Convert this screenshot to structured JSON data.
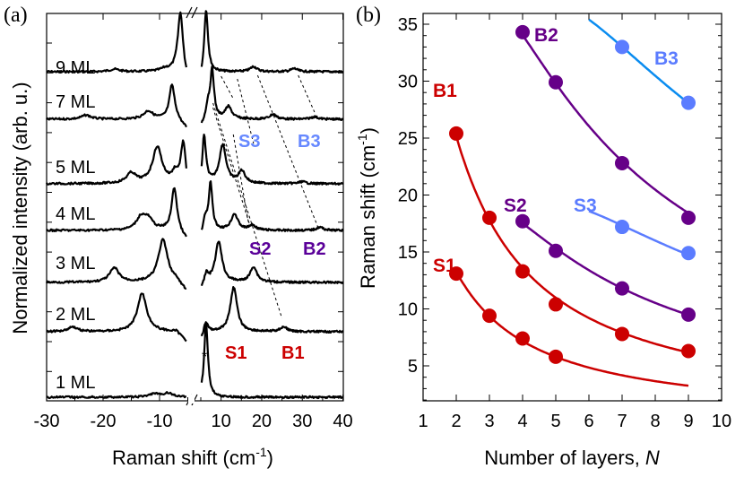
{
  "chart_data": [
    {
      "panel": "(a)",
      "type": "line",
      "xlabel": "Raman shift (cm",
      "xlabel_sup": "-1",
      "xlabel_end": ")",
      "ylabel": "Normalized intensity (arb. u.)",
      "xticks": [
        "-30",
        "-20",
        "-10",
        "10",
        "20",
        "30",
        "40"
      ],
      "xtick_values": [
        -30,
        -20,
        -10,
        10,
        20,
        30,
        40
      ],
      "xlim_left": [
        -30,
        -5
      ],
      "xlim_right": [
        5,
        40
      ],
      "axis_break": true,
      "spectra": [
        {
          "label": "9 ML",
          "peaks": [
            [
              -6.3,
              1.0
            ],
            [
              6.3,
              1.0
            ],
            [
              18,
              0.08
            ],
            [
              28,
              0.05
            ],
            [
              -18,
              0.04
            ],
            [
              -9,
              0.04
            ]
          ]
        },
        {
          "label": "7 ML",
          "peaks": [
            [
              -7.8,
              0.85
            ],
            [
              7.8,
              1.2
            ],
            [
              6.8,
              0.3
            ],
            [
              11.8,
              0.3
            ],
            [
              22.8,
              0.12
            ],
            [
              33,
              0.06
            ],
            [
              -12,
              0.2
            ],
            [
              -23,
              0.1
            ]
          ]
        },
        {
          "label": "5 ML",
          "peaks": [
            [
              -5.8,
              1.15
            ],
            [
              -10.4,
              0.9
            ],
            [
              -15,
              0.25
            ],
            [
              5.8,
              1.25
            ],
            [
              10.4,
              0.95
            ],
            [
              15.1,
              0.3
            ],
            [
              30,
              0.05
            ],
            [
              -7.3,
              0.2
            ]
          ]
        },
        {
          "label": "4 ML",
          "peaks": [
            [
              -7.4,
              1.05
            ],
            [
              -13.3,
              0.3
            ],
            [
              -12,
              0.25
            ],
            [
              7.4,
              1.15
            ],
            [
              13.3,
              0.4
            ],
            [
              17.7,
              0.12
            ],
            [
              34.3,
              0.08
            ],
            [
              6,
              0.3
            ]
          ]
        },
        {
          "label": "3 ML",
          "peaks": [
            [
              -9.4,
              1.05
            ],
            [
              -18,
              0.35
            ],
            [
              9.4,
              1.0
            ],
            [
              18,
              0.38
            ],
            [
              6.3,
              0.2
            ]
          ]
        },
        {
          "label": "2 ML",
          "peaks": [
            [
              -13.1,
              0.95
            ],
            [
              -25.4,
              0.12
            ],
            [
              13.1,
              1.1
            ],
            [
              25.4,
              0.12
            ],
            [
              6.2,
              0.25
            ]
          ]
        },
        {
          "label": "1 ML",
          "peaks": [
            [
              6.3,
              1.1
            ],
            [
              -8.5,
              0.06
            ],
            [
              -11,
              0.05
            ]
          ]
        }
      ],
      "annotations": [
        {
          "text": "S1",
          "color": "#cc0000"
        },
        {
          "text": "B1",
          "color": "#cc0000"
        },
        {
          "text": "S2",
          "color": "#5a0099"
        },
        {
          "text": "B2",
          "color": "#5a0099"
        },
        {
          "text": "S3",
          "color": "#6688ff"
        },
        {
          "text": "B3",
          "color": "#6688ff"
        },
        {
          "text": "*",
          "color": "#000000"
        }
      ]
    },
    {
      "panel": "(b)",
      "type": "scatter",
      "xlabel": "Number of layers, ",
      "xlabel_italic": "N",
      "ylabel": "Raman shift (cm",
      "ylabel_sup": "-1",
      "ylabel_end": ")",
      "xlim": [
        1,
        10
      ],
      "ylim": [
        1.9,
        36
      ],
      "xticks": [
        1,
        2,
        3,
        4,
        5,
        6,
        7,
        8,
        9,
        10
      ],
      "yticks": [
        5,
        10,
        15,
        20,
        25,
        30,
        35
      ],
      "grid": false,
      "series": [
        {
          "name": "S1",
          "color": "#cc0000",
          "line_color": "#cc0000",
          "x": [
            2,
            3,
            4,
            5
          ],
          "y": [
            13.1,
            9.4,
            7.4,
            5.8
          ],
          "branch": 1,
          "fit_range": [
            2,
            9
          ]
        },
        {
          "name": "B1",
          "color": "#cc0000",
          "line_color": "#cc0000",
          "x": [
            2,
            3,
            4,
            5,
            7,
            9
          ],
          "y": [
            25.4,
            18.0,
            13.3,
            10.4,
            7.8,
            6.3
          ],
          "branch": 1,
          "fit_range": [
            2,
            9
          ]
        },
        {
          "name": "S2",
          "color": "#660088",
          "line_color": "#660088",
          "x": [
            4,
            5,
            7,
            9
          ],
          "y": [
            17.7,
            15.1,
            11.8,
            9.5
          ],
          "branch": 3,
          "fit_range": [
            4,
            9
          ]
        },
        {
          "name": "B2",
          "color": "#660088",
          "line_color": "#660088",
          "x": [
            4,
            5,
            7,
            9
          ],
          "y": [
            34.3,
            29.9,
            22.8,
            18.0
          ],
          "branch": 3,
          "fit_range": [
            4,
            9
          ]
        },
        {
          "name": "S3",
          "color": "#5b7cff",
          "line_color": "#5b7cff",
          "x": [
            7,
            9
          ],
          "y": [
            17.2,
            14.9
          ],
          "branch": 5,
          "fit_range": [
            6,
            9
          ]
        },
        {
          "name": "B3",
          "color": "#5b7cff",
          "line_color": "#0a8cf0",
          "x": [
            7,
            9
          ],
          "y": [
            33.0,
            28.1
          ],
          "branch": 5,
          "fit_range": [
            6,
            9
          ]
        }
      ]
    }
  ]
}
